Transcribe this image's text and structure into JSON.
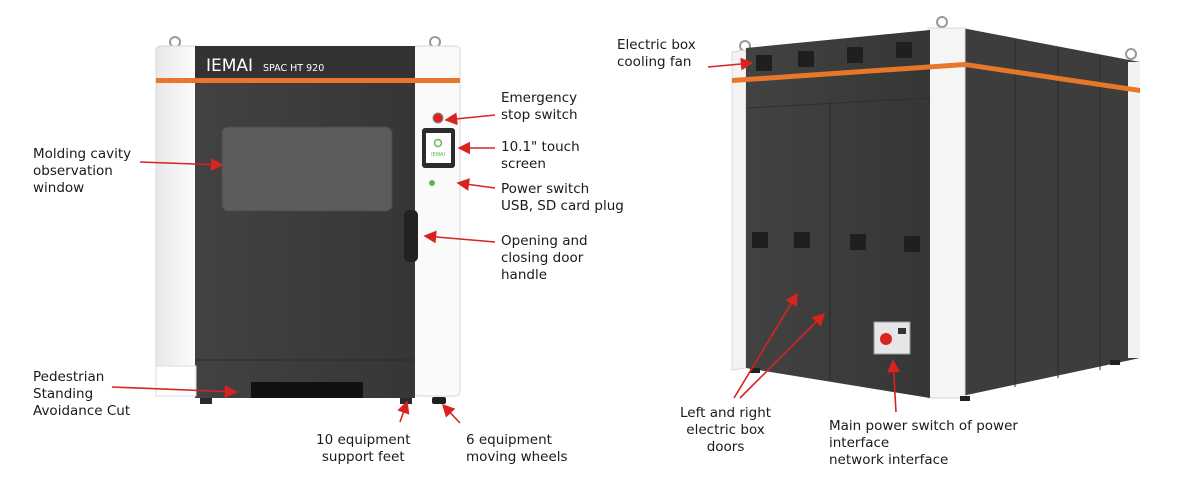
{
  "brand": {
    "logo": "IEMAI",
    "model": "SPAC HT 920",
    "screen_logo": "IEMAI"
  },
  "colors": {
    "accent_orange": "#e8772a",
    "arrow_red": "#d8231f",
    "body_dark": "#3a3a3a",
    "panel_white": "#f4f4f4"
  },
  "front_callouts": {
    "emergency": [
      "Emergency",
      "stop switch"
    ],
    "touch": [
      "10.1\" touch",
      "screen"
    ],
    "power": [
      "Power switch",
      "USB, SD card plug"
    ],
    "door": [
      "Opening and",
      "closing door",
      "handle"
    ],
    "window": [
      "Molding cavity",
      "observation",
      "window"
    ],
    "pedestrian": [
      "Pedestrian",
      "Standing",
      "Avoidance Cut"
    ],
    "feet": [
      "10 equipment",
      "support feet"
    ],
    "wheels": [
      "6 equipment",
      "moving wheels"
    ]
  },
  "back_callouts": {
    "fan": [
      "Electric box",
      "cooling fan"
    ],
    "doors": [
      "Left and right",
      "electric box",
      "doors"
    ],
    "mains": [
      "Main power switch of power",
      "interface",
      "network interface"
    ]
  }
}
